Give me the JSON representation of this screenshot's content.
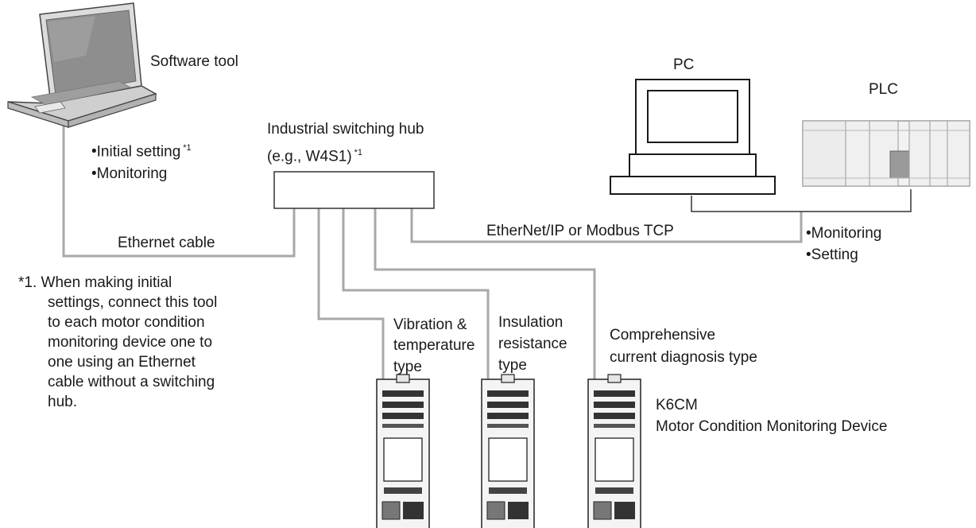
{
  "software_tool": {
    "title": "Software tool",
    "bullets": [
      "Initial setting",
      "Monitoring"
    ],
    "initial_setting_note_ref": "*1"
  },
  "hub": {
    "title_line1": "Industrial switching hub",
    "title_line2": "(e.g., W4S1)",
    "note_ref": "*1"
  },
  "pc": {
    "label": "PC"
  },
  "plc": {
    "label": "PLC"
  },
  "connections": {
    "ethernet_cable": "Ethernet cable",
    "protocol": "EtherNet/IP or Modbus TCP"
  },
  "host_functions": [
    "Monitoring",
    "Setting"
  ],
  "footnote": {
    "marker": "*1.",
    "lines": [
      "When making initial",
      "settings, connect this tool",
      "to each motor condition",
      "monitoring device one to",
      "one using an Ethernet",
      "cable without a switching",
      "hub."
    ]
  },
  "device_types": {
    "vibration": [
      "Vibration &",
      "temperature",
      "type"
    ],
    "insulation": [
      "Insulation",
      "resistance",
      "type"
    ],
    "current": [
      "Comprehensive",
      "current diagnosis type"
    ]
  },
  "device": {
    "model": "K6CM",
    "name": "Motor Condition Monitoring Device"
  },
  "colors": {
    "cable": "#a8a8a8",
    "outline": "#222222",
    "device_body": "#f4f4f4"
  }
}
